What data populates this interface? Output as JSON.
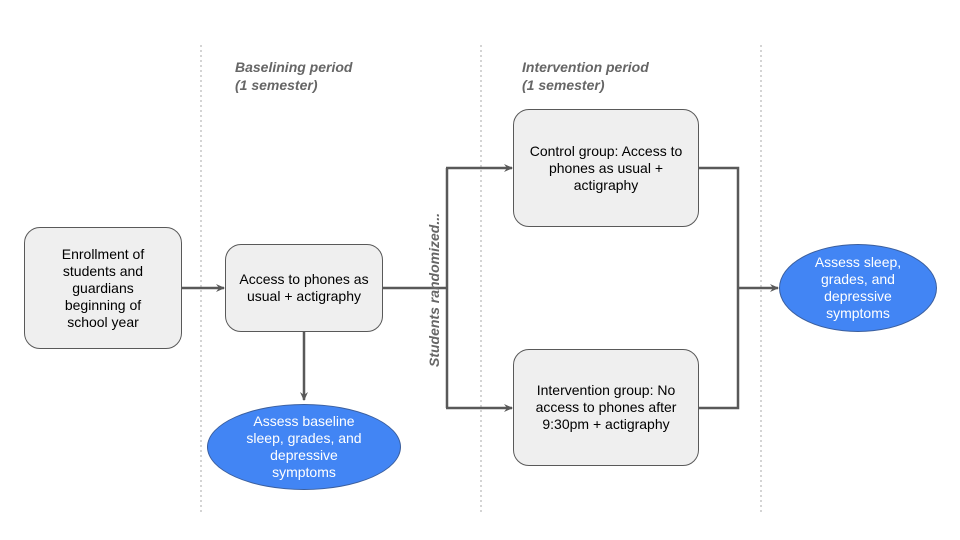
{
  "periods": [
    {
      "title": "Baselining period",
      "duration": "(1 semester)"
    },
    {
      "title": "Intervention period",
      "duration": "(1 semester)"
    }
  ],
  "nodes": {
    "enrollment": "Enrollment of students and guardians beginning of school year",
    "baseline_access": "Access to phones as usual + actigraphy",
    "baseline_assessment": "Assess baseline sleep, grades, and depressive symptoms",
    "control_group": "Control group: Access to phones as usual + actigraphy",
    "intervention_group": "Intervention group: No access to phones after 9:30pm + actigraphy",
    "final_assessment": "Assess sleep, grades, and depressive symptoms"
  },
  "randomization_label": "Students randomized...",
  "colors": {
    "box_fill": "#efefef",
    "ellipse_fill": "#4285f4",
    "connector": "#595959",
    "label_text": "#666666"
  }
}
